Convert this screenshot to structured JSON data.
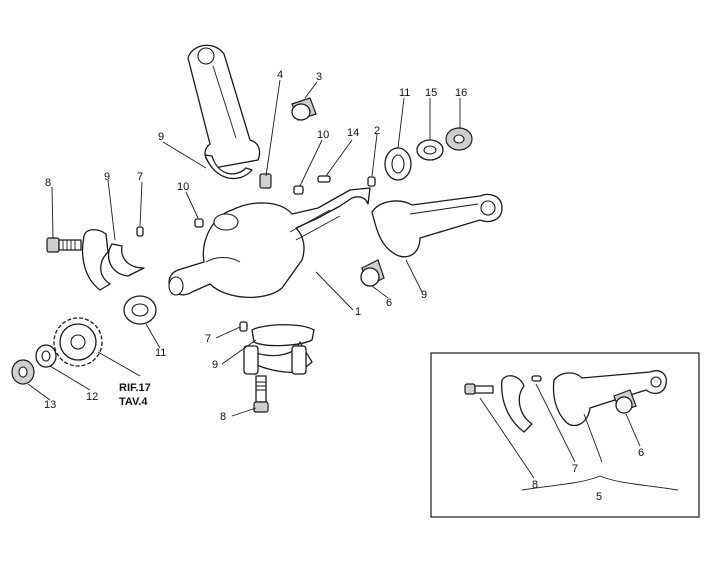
{
  "labels": {
    "n1": "1",
    "n2": "2",
    "n3": "3",
    "n4": "4",
    "n6a": "6",
    "n6b": "6",
    "n7a": "7",
    "n7b": "7",
    "n7c": "7",
    "n8a": "8",
    "n8b": "8",
    "n8c": "8",
    "n9a": "9",
    "n9b": "9",
    "n9c": "9",
    "n9d": "9",
    "n10a": "10",
    "n10b": "10",
    "n11a": "11",
    "n11b": "11",
    "n12": "12",
    "n13": "13",
    "n14": "14",
    "n15": "15",
    "n16": "16",
    "n5": "5"
  },
  "reference": {
    "line1": "RIF.17",
    "line2": "TAV.4"
  },
  "colors": {
    "line": "#1a1a1a",
    "background": "#ffffff",
    "shade": "#cfcfcf"
  }
}
